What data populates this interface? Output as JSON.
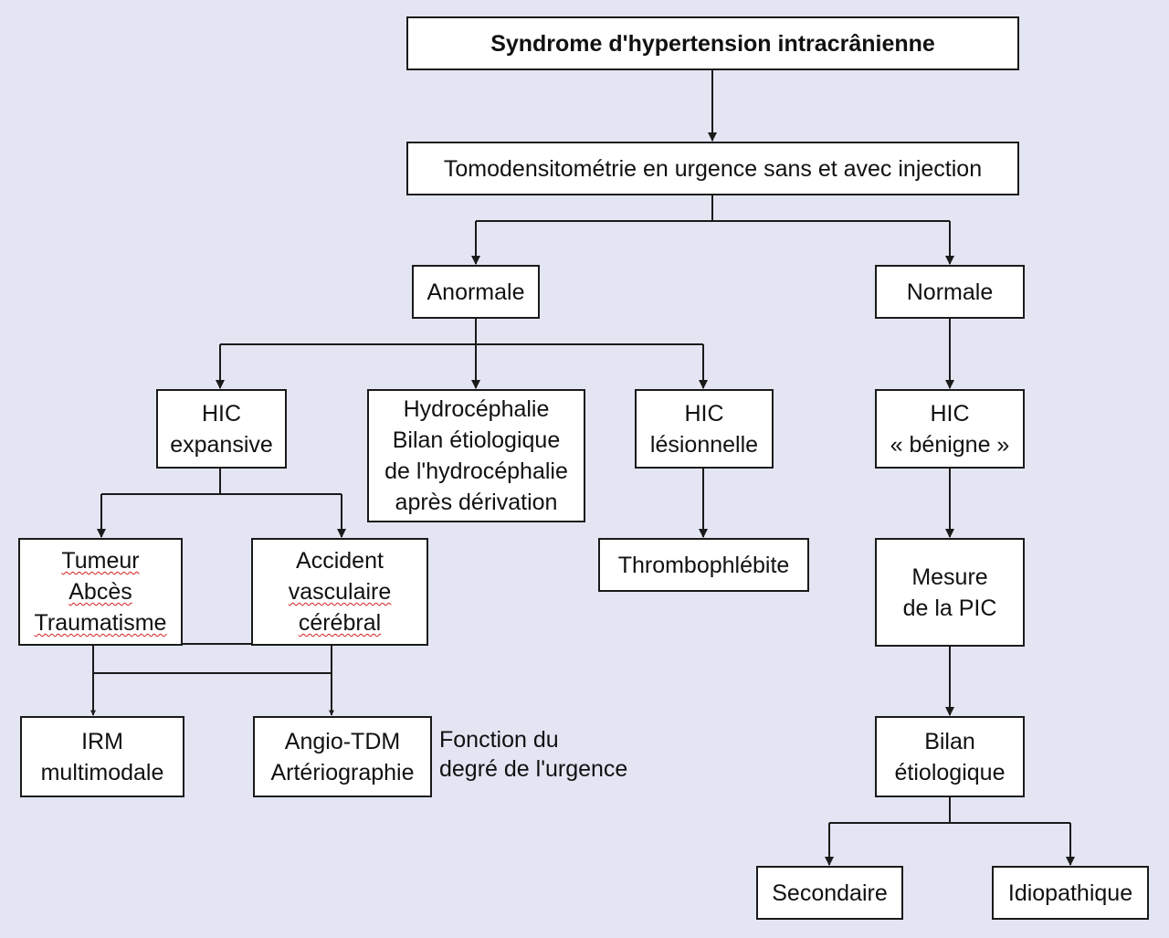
{
  "diagram": {
    "background": "#e3e5f3",
    "nodes": {
      "root": "Syndrome d'hypertension intracrânienne",
      "tdm": "Tomodensitométrie en urgence sans et avec injection",
      "anormale": "Anormale",
      "normale": "Normale",
      "hic_expansive": [
        "HIC",
        "expansive"
      ],
      "hydrocephalie": [
        "Hydrocéphalie",
        "Bilan étiologique",
        "de l'hydrocéphalie",
        "après dérivation"
      ],
      "hic_lesionnelle": [
        "HIC",
        "lésionnelle"
      ],
      "hic_benigne": [
        "HIC",
        "« bénigne »"
      ],
      "tumeur": [
        "Tumeur",
        "Abcès",
        "Traumatisme"
      ],
      "avc": [
        "Accident",
        "vasculaire",
        "cérébral"
      ],
      "thrombophlebite": "Thrombophlébite",
      "mesure_pic": [
        "Mesure",
        "de la PIC"
      ],
      "irm": [
        "IRM",
        "multimodale"
      ],
      "angio": [
        "Angio-TDM",
        "Artériographie"
      ],
      "bilan": [
        "Bilan",
        "étiologique"
      ],
      "secondaire": "Secondaire",
      "idiopathique": "Idiopathique"
    },
    "annotation": [
      "Fonction du",
      "degré de l'urgence"
    ]
  }
}
